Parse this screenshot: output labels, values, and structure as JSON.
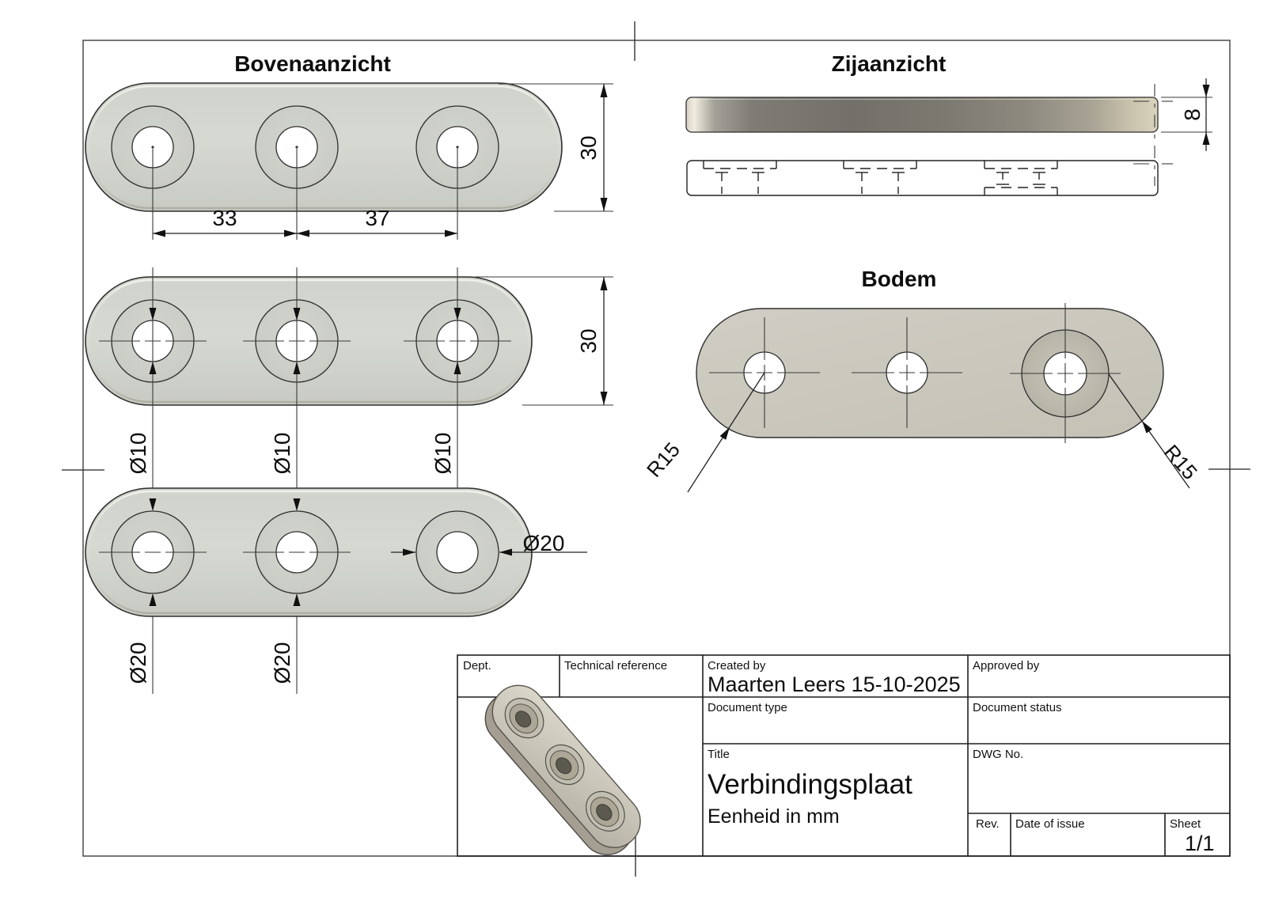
{
  "titles": {
    "top_view": "Bovenaanzicht",
    "side_view": "Zijaanzicht",
    "bottom_view": "Bodem"
  },
  "dimensions": {
    "spacing_left": "33",
    "spacing_right": "37",
    "plate_width": "30",
    "hole_diameter": "Ø10",
    "counterbore_diameter": "Ø20",
    "thickness": "8",
    "corner_radius": "R15"
  },
  "title_block": {
    "dept_label": "Dept.",
    "technical_reference_label": "Technical reference",
    "created_by_label": "Created by",
    "created_by_value": "Maarten Leers  15-10-2025",
    "approved_by_label": "Approved by",
    "document_type_label": "Document type",
    "document_status_label": "Document status",
    "title_label": "Title",
    "title_value": "Verbindingsplaat",
    "units_note": "Eenheid in mm",
    "dwg_no_label": "DWG No.",
    "rev_label": "Rev.",
    "date_of_issue_label": "Date of issue",
    "sheet_label": "Sheet",
    "sheet_value": "1/1"
  },
  "colors": {
    "plate_fill": "#d2d5ce",
    "bodem_fill": "#cac7bc",
    "drawing_line": "#2f2f2f",
    "frame_line": "#565656",
    "metal_dark": "#75726b",
    "metal_light": "#e9e4d6"
  }
}
